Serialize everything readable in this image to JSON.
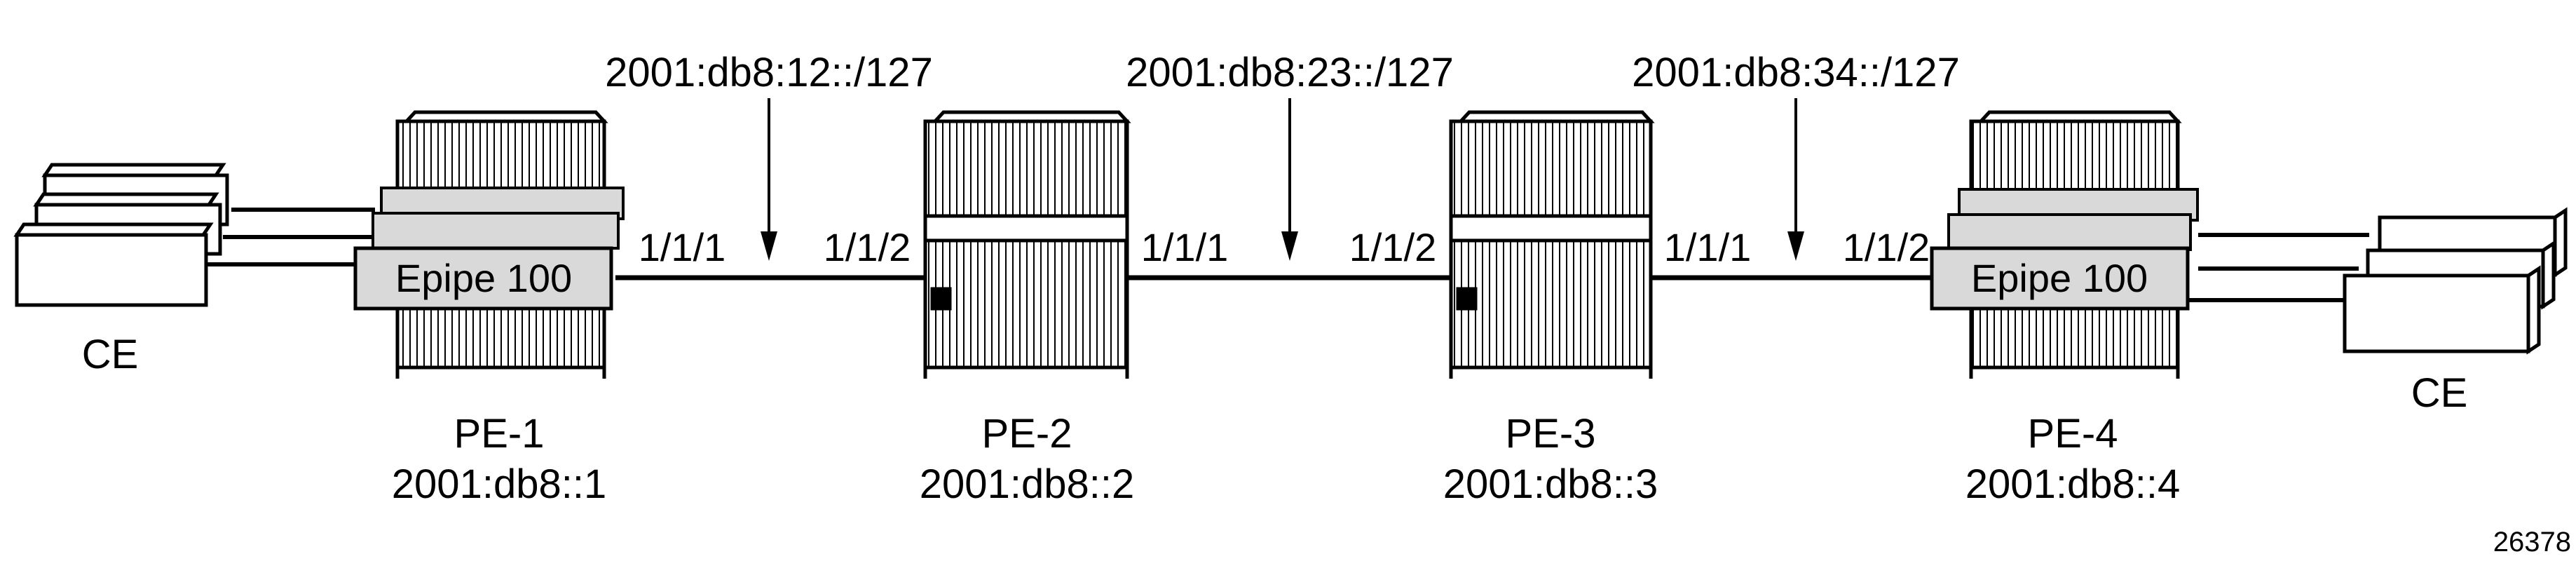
{
  "colors": {
    "stroke": "#000000",
    "router_body": "#ffffff",
    "epipe_fill": "#d9d9d9",
    "background": "#ffffff"
  },
  "routers": [
    {
      "name": "PE-1",
      "address": "2001:db8::1"
    },
    {
      "name": "PE-2",
      "address": "2001:db8::2"
    },
    {
      "name": "PE-3",
      "address": "2001:db8::3"
    },
    {
      "name": "PE-4",
      "address": "2001:db8::4"
    }
  ],
  "epipe": {
    "pe1_label": "Epipe 100",
    "pe4_label": "Epipe 100"
  },
  "ce": {
    "left_label": "CE",
    "right_label": "CE"
  },
  "links": [
    {
      "subnet": "2001:db8:12::/127",
      "left_port": "1/1/1",
      "right_port": "1/1/2"
    },
    {
      "subnet": "2001:db8:23::/127",
      "left_port": "1/1/1",
      "right_port": "1/1/2"
    },
    {
      "subnet": "2001:db8:34::/127",
      "left_port": "1/1/1",
      "right_port": "1/1/2"
    }
  ],
  "figure_id": "26378"
}
